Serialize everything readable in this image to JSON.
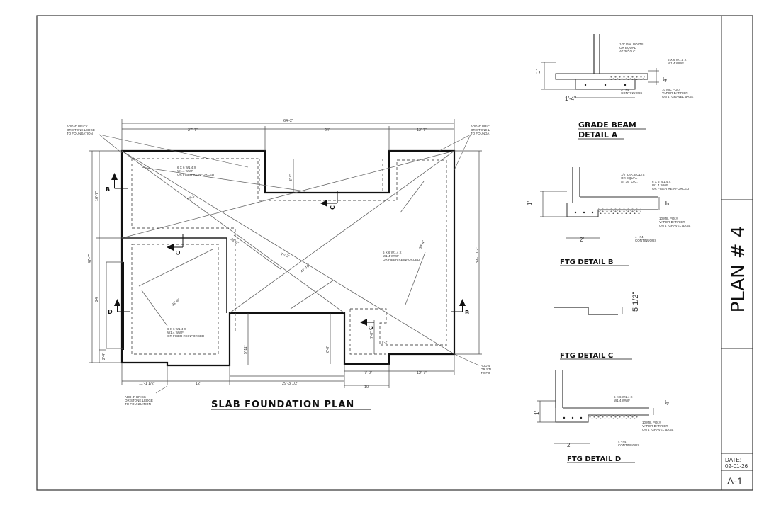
{
  "sheet": {
    "plan_number": "PLAN # 4",
    "date_label": "DATE:",
    "date": "02-01-26",
    "sheet_number": "A-1"
  },
  "plan_view": {
    "title": "SLAB FOUNDATION PLAN",
    "overall_width": "64'-2\"",
    "dim_top_left": "27'-7\"",
    "dim_top_mid": "24'",
    "dim_top_right": "12'-7\"",
    "dim_left_full": "47'-7\"",
    "dim_left_upper": "16'-7\"",
    "dim_left_lower": "24'",
    "dim_left_step": "2'-4\"",
    "dim_right_full": "39'-1 1/2\"",
    "dim_bottom_a": "11'-1 1/2\"",
    "dim_bottom_b": "12'",
    "dim_bottom_c": "29'-3 1/2\"",
    "dim_bottom_d": "10'",
    "dim_bottom_e": "7'-0\"",
    "dim_bottom_f": "12'-7\"",
    "dim_notch_h": "5'-11\"",
    "dim_notch_a": "6'-8\"",
    "dim_notch_b": "7'-2\"",
    "dim_notch_c": "7'-8\"",
    "dim_inner": "3'-4\"",
    "diag_1": "53'-1\"",
    "diag_2": "76'-3\"",
    "diag_3": "47'-10\"",
    "diag_4": "28'-8\"",
    "diag_5": "39'-4\"",
    "diag_6": "31'-4\"",
    "section_b": "B",
    "section_c": "C",
    "section_d": "D",
    "note_brick_tl": [
      "ADD 4\" BRICK",
      "OR STONE LEDGE",
      "TO FOUNDATION"
    ],
    "note_brick_tr": [
      "ADD 4\" BRIC",
      "OR STONE L",
      "TO FOUNDA"
    ],
    "note_brick_bl": [
      "ADD 4\" BRICK",
      "OR STONE LEDGE",
      "TO FOUNDATION"
    ],
    "note_brick_br": [
      "ADD 4'",
      "OR STI",
      "TO FO"
    ],
    "note_mesh_1": [
      "6 X 6 W1.4 X",
      "W1.4 WWF",
      "OR FIBER REINFORCED"
    ],
    "note_mesh_2": [
      "6 X 6 W1.4 X",
      "W1.4 WWF",
      "OR FIBER REINFORCED"
    ],
    "note_mesh_3": [
      "6 X 6 W1.4 X",
      "W1.4 WWF",
      "OR FIBER REINFORCED"
    ]
  },
  "detail_a": {
    "title_1": "GRADE BEAM",
    "title_2": "DETAIL A",
    "dim_height": "1'",
    "dim_slab": "4\"",
    "dim_width": "1'-4\"",
    "note_bolts": [
      "1/2\" DIA. BOLTS",
      "OR EQUAL",
      "AT 36\" O.C."
    ],
    "note_mesh": [
      "6 X 6 W1.4 X",
      "W1.4 WWF"
    ],
    "note_rebar": [
      "3 - #4",
      "CONTINUOUS"
    ],
    "note_poly": [
      "10 MIL POLY",
      "VAPOR BARRIER",
      "ON 4\" GRAVEL BASE"
    ]
  },
  "detail_b": {
    "title": "FTG DETAIL B",
    "dim_height": "1'",
    "dim_slab": "6\"",
    "dim_width": "2'",
    "note_bolts": [
      "1/2\" DIA. BOLTS",
      "OR EQUAL",
      "AT 36\" O.C."
    ],
    "note_mesh": [
      "6 X 6 W1.4 X",
      "W1.4 WWF",
      "OR FIBER REINFORCED"
    ],
    "note_poly": [
      "10 MIL POLY",
      "VAPOR BARRIER",
      "ON 4\" GRAVEL BASE"
    ],
    "note_rebar": [
      "4 - #4",
      "CONTINUOUS"
    ]
  },
  "detail_c": {
    "title": "FTG DETAIL C",
    "dim_step": "5 1/2\""
  },
  "detail_d": {
    "title": "FTG DETAIL D",
    "dim_height": "1'",
    "dim_slab": "4\"",
    "dim_width": "2'",
    "note_mesh": [
      "6 X 6 W1.4 X",
      "W1.4 WWF"
    ],
    "note_poly": [
      "10 MIL POLY",
      "VAPOR BARRIER",
      "ON 4\" GRAVEL BASE"
    ],
    "note_rebar": [
      "4 - #4",
      "CONTINUOUS"
    ]
  }
}
